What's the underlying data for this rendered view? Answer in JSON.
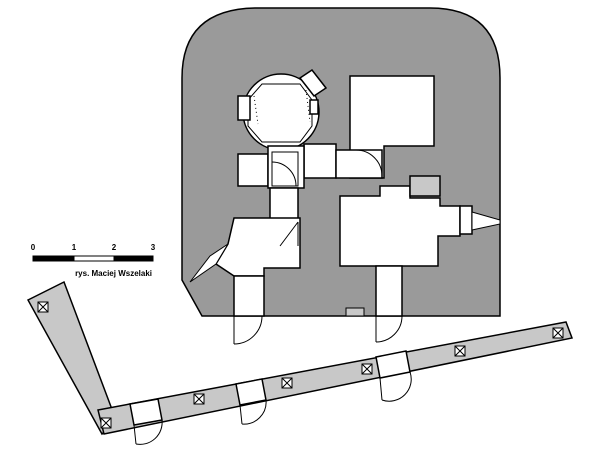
{
  "drawing": {
    "colors": {
      "fill": "#9a9a9a",
      "passage": "#c8c8c8",
      "room": "#ffffff",
      "line": "#000000"
    }
  },
  "scale_bar": {
    "ticks": [
      "0",
      "1",
      "2",
      "3"
    ],
    "credit": "rys. Maciej Wszelaki"
  }
}
